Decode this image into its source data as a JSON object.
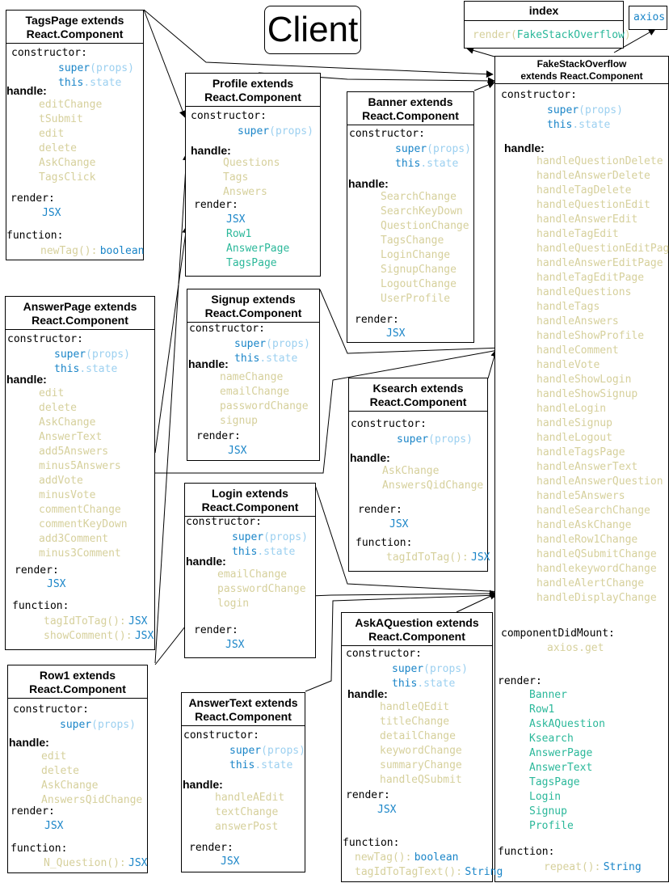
{
  "title": "Client",
  "index": {
    "title": "index",
    "render_call": "render(",
    "render_arg": "FakeStackOverflow",
    "render_close": ")"
  },
  "axios": {
    "label": "axios"
  },
  "common": {
    "constructor": "constructor:",
    "handle": "handle:",
    "render": "render:",
    "function": "function:",
    "super": "super",
    "props": "(props)",
    "this": "this",
    "state": ".state",
    "jsx": "JSX"
  },
  "tagsPage": {
    "title1": "TagsPage extends",
    "title2": "React.Component",
    "handles": [
      "editChange",
      "tSubmit",
      "edit",
      "delete",
      "AskChange",
      "TagsClick"
    ],
    "fn_name": "newTag():",
    "fn_ret": "boolean"
  },
  "profile": {
    "title1": "Profile extends",
    "title2": "React.Component",
    "handles": [
      "Questions",
      "Tags",
      "Answers"
    ],
    "render_items": [
      "Row1",
      "AnswerPage",
      "TagsPage"
    ]
  },
  "banner": {
    "title1": "Banner extends",
    "title2": "React.Component",
    "handles": [
      "SearchChange",
      "SearchKeyDown",
      "QuestionChange",
      "TagsChange",
      "LoginChange",
      "SignupChange",
      "LogoutChange",
      "UserProfile"
    ]
  },
  "answerPage": {
    "title1": "AnswerPage extends",
    "title2": "React.Component",
    "handles": [
      "edit",
      "delete",
      "AskChange",
      "AnswerText",
      "add5Answers",
      "minus5Answers",
      "addVote",
      "minusVote",
      "commentChange",
      "commentKeyDown",
      "add3Comment",
      "minus3Comment"
    ],
    "functions": [
      {
        "name": "tagIdToTag():",
        "ret": "JSX"
      },
      {
        "name": "showComment():",
        "ret": "JSX"
      }
    ]
  },
  "signup": {
    "title1": "Signup extends",
    "title2": "React.Component",
    "handles": [
      "nameChange",
      "emailChange",
      "passwordChange",
      "signup"
    ]
  },
  "ksearch": {
    "title1": "Ksearch extends",
    "title2": "React.Component",
    "handles": [
      "AskChange",
      "AnswersQidChange"
    ],
    "fn_name": "tagIdToTag():",
    "fn_ret": "JSX"
  },
  "login": {
    "title1": "Login extends",
    "title2": "React.Component",
    "handles": [
      "emailChange",
      "passwordChange",
      "login"
    ]
  },
  "row1": {
    "title1": "Row1 extends",
    "title2": "React.Component",
    "handles": [
      "edit",
      "delete",
      "AskChange",
      "AnswersQidChange"
    ],
    "fn_name": "N_Question():",
    "fn_ret": "JSX"
  },
  "answerText": {
    "title1": "AnswerText extends",
    "title2": "React.Component",
    "handles": [
      "handleAEdit",
      "textChange",
      "answerPost"
    ]
  },
  "askAQuestion": {
    "title1": "AskAQuestion extends",
    "title2": "React.Component",
    "handles": [
      "handleQEdit",
      "titleChange",
      "detailChange",
      "keywordChange",
      "summaryChange",
      "handleQSubmit"
    ],
    "functions": [
      {
        "name": "newTag():",
        "ret": "boolean"
      },
      {
        "name": "tagIdToTagText():",
        "ret": "String"
      }
    ]
  },
  "fso": {
    "title1": "FakeStackOverflow",
    "title2": "extends React.Component",
    "handles": [
      "handleQuestionDelete",
      "handleAnswerDelete",
      "handleTagDelete",
      "handleQuestionEdit",
      "handleAnswerEdit",
      "handleTagEdit",
      "handleQuestionEditPage",
      "handleAnswerEditPage",
      "handleTagEditPage",
      "handleQuestions",
      "handleTags",
      "handleAnswers",
      "handleShowProfile",
      "handleComment",
      "handleVote",
      "handleShowLogin",
      "handleShowSignup",
      "handleLogin",
      "handleSignup",
      "handleLogout",
      "handleTagsPage",
      "handleAnswerText",
      "handleAnswerQuestion",
      "handle5Answers",
      "handleSearchChange",
      "handleAskChange",
      "handleRow1Change",
      "handleQSubmitChange",
      "handlekeywordChange",
      "handleAlertChange",
      "handleDisplayChange"
    ],
    "mount_label": "componentDidMount:",
    "mount_call": "axios.get",
    "render_items": [
      "Banner",
      "Row1",
      "AskAQuestion",
      "Ksearch",
      "AnswerPage",
      "AnswerText",
      "TagsPage",
      "Login",
      "Signup",
      "Profile"
    ],
    "fn_name": "repeat():",
    "fn_ret": "String"
  }
}
